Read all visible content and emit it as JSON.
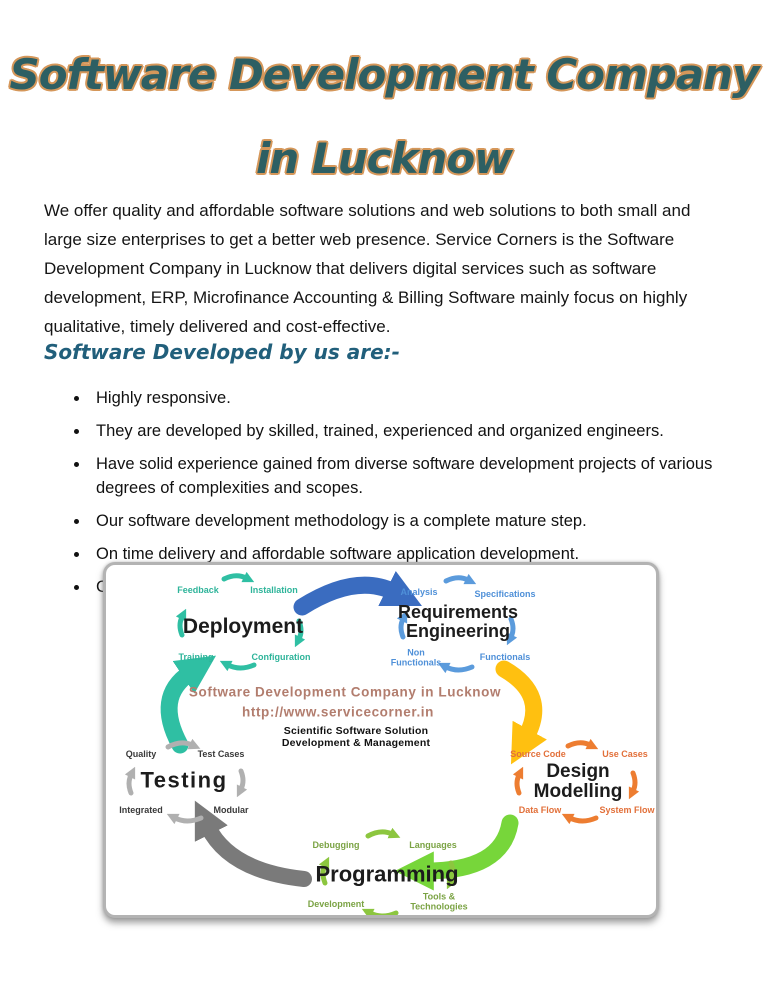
{
  "title": {
    "line1": "Software Development Company",
    "line2": "in Lucknow"
  },
  "intro": "We offer quality and affordable software solutions and web solutions  to both small and large size enterprises to get a better web presence. Service Corners is the Software Development Company in Lucknow that delivers digital services such as software development, ERP, Microfinance Accounting & Billing Software mainly focus on highly qualitative, timely delivered and cost-effective.",
  "section": {
    "heading": "Software Developed by us are:-"
  },
  "bullets": [
    "Highly responsive.",
    "They are developed by skilled, trained, experienced and organized engineers.",
    "Have solid experience gained from diverse software development projects of various degrees of complexities and scopes.",
    "Our software development methodology is a complete mature step.",
    "On time delivery and affordable software application development.",
    "Cost competitive software development services."
  ],
  "diagram": {
    "center": {
      "company": "Software Development Company in Lucknow",
      "url": "http://www.servicecorner.in",
      "tagline1": "Scientific Software Solution",
      "tagline2": "Development & Management"
    },
    "clusters": {
      "deployment": {
        "title": "Deployment",
        "top_left": "Feedback",
        "top_right": "Installation",
        "bottom_left": "Training",
        "bottom_right": "Configuration"
      },
      "requirements": {
        "title": "Requirements Engineering",
        "top_left": "Analysis",
        "top_right": "Specifications",
        "bottom_left": "Non Functionals",
        "bottom_right": "Functionals"
      },
      "design": {
        "title": "Design Modelling",
        "top_left": "Source Code",
        "top_right": "Use Cases",
        "bottom_left": "Data Flow",
        "bottom_right": "System Flow"
      },
      "programming": {
        "title": "Programming",
        "top_left": "Debugging",
        "top_right": "Languages",
        "bottom_left": "Development",
        "bottom_right": "Tools & Technologies"
      },
      "testing": {
        "title": "Testing",
        "top_left": "Quality",
        "top_right": "Test Cases",
        "bottom_left": "Integrated",
        "bottom_right": "Modular"
      }
    },
    "colors": {
      "teal": "#2fbfa3",
      "blue_big": "#3a6cc0",
      "blue": "#5b9bdc",
      "yellow": "#ffc010",
      "orange": "#ed7d31",
      "green_big": "#77d63a",
      "green": "#8cc63f",
      "gray": "#b0b0b0",
      "gray_big": "#7a7a7a"
    }
  },
  "theme": {
    "title_fill": "#2d5f63",
    "title_outline": "#d5975a",
    "heading_color": "#215f7b"
  }
}
